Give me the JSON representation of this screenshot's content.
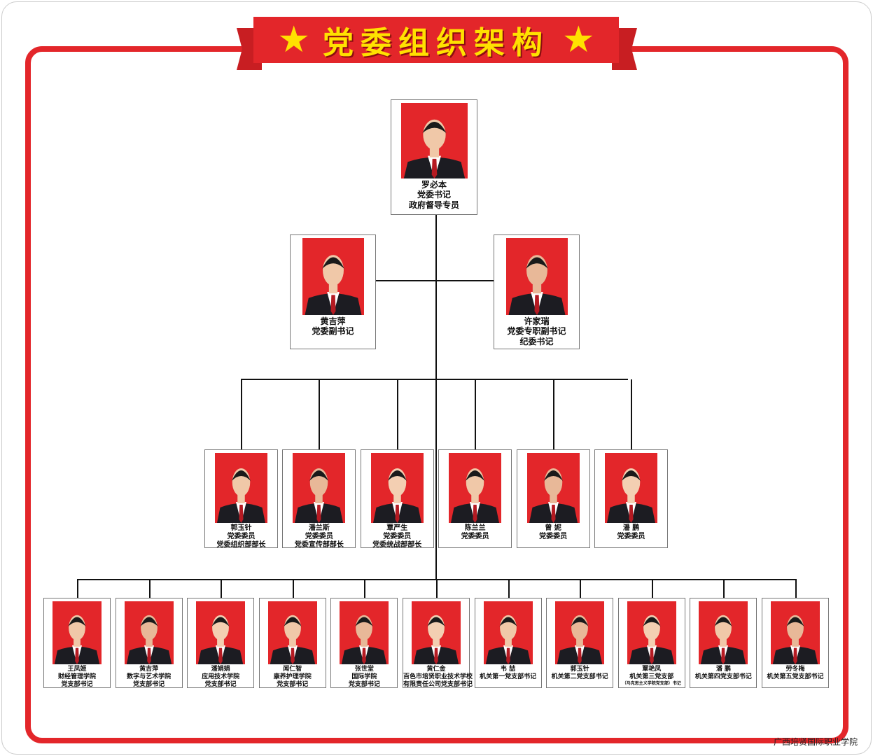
{
  "title": "党委组织架构",
  "footer": "广西培贤国际职业学院",
  "colors": {
    "brand_red": "#e3262a",
    "banner_text": "#ffe100"
  },
  "level1": [
    {
      "name": "罗必本",
      "roles": [
        "党委书记",
        "政府督导专员"
      ]
    }
  ],
  "level2": [
    {
      "name": "黄吉萍",
      "roles": [
        "党委副书记"
      ]
    },
    {
      "name": "许家瑞",
      "roles": [
        "党委专职副书记",
        "纪委书记"
      ]
    }
  ],
  "level3": [
    {
      "name": "郭玉针",
      "roles": [
        "党委委员",
        "党委组织部部长"
      ]
    },
    {
      "name": "潘兰斯",
      "roles": [
        "党委委员",
        "党委宣传部部长"
      ]
    },
    {
      "name": "覃严生",
      "roles": [
        "党委委员",
        "党委统战部部长"
      ]
    },
    {
      "name": "陈兰兰",
      "roles": [
        "党委委员"
      ]
    },
    {
      "name": "曾 妮",
      "roles": [
        "党委委员"
      ]
    },
    {
      "name": "潘 鹏",
      "roles": [
        "党委委员"
      ]
    }
  ],
  "level4": [
    {
      "name": "王凤姬",
      "roles": [
        "财经管理学院",
        "党支部书记"
      ]
    },
    {
      "name": "黄吉萍",
      "roles": [
        "数字与艺术学院",
        "党支部书记"
      ]
    },
    {
      "name": "潘娟娟",
      "roles": [
        "应用技术学院",
        "党支部书记"
      ]
    },
    {
      "name": "闻仁智",
      "roles": [
        "康养护理学院",
        "党支部书记"
      ]
    },
    {
      "name": "张世堂",
      "roles": [
        "国际学院",
        "党支部书记"
      ]
    },
    {
      "name": "黄仁金",
      "roles": [
        "百色市培贤职业技术学校",
        "有限责任公司党支部书记"
      ]
    },
    {
      "name": "韦 喆",
      "roles": [
        "机关第一党支部书记"
      ]
    },
    {
      "name": "郭玉针",
      "roles": [
        "机关第二党支部书记"
      ]
    },
    {
      "name": "覃艳凤",
      "roles": [
        "机关第三党支部",
        "（马克思主义学院党支部）书记"
      ]
    },
    {
      "name": "潘 鹏",
      "roles": [
        "机关第四党支部书记"
      ]
    },
    {
      "name": "劳冬梅",
      "roles": [
        "机关第五党支部书记"
      ]
    }
  ]
}
